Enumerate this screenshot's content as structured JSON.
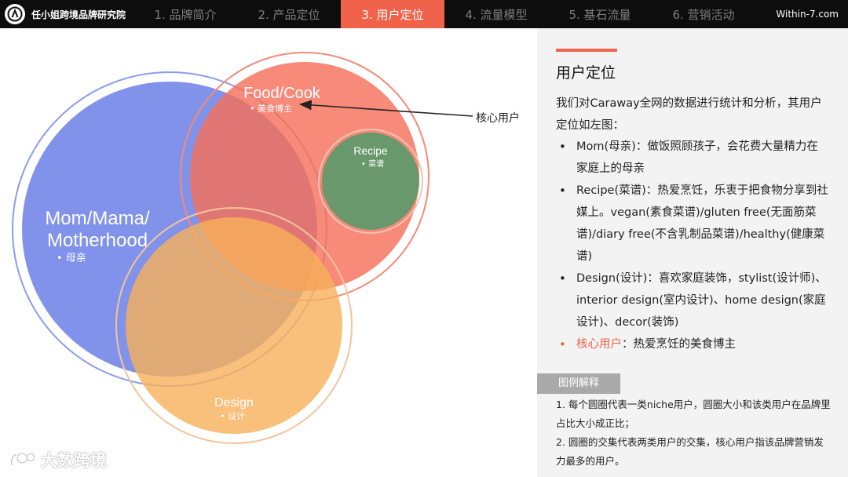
{
  "header": {
    "brand_name": "任小姐跨境品牌研究院",
    "site": "Within-7.com",
    "tabs": [
      {
        "label": "1. 品牌简介",
        "active": false
      },
      {
        "label": "2. 产品定位",
        "active": false
      },
      {
        "label": "3. 用户定位",
        "active": true
      },
      {
        "label": "4. 流量模型",
        "active": false
      },
      {
        "label": "5. 基石流量",
        "active": false
      },
      {
        "label": "6. 营销活动",
        "active": false
      }
    ]
  },
  "diagram": {
    "circles": [
      {
        "title": "Mom/Mama/",
        "title2": "Motherhood",
        "sub": "• 母亲",
        "color": "#6b7fe6"
      },
      {
        "title": "Food/Cook",
        "sub": "• 美食博主",
        "color": "#f5705a"
      },
      {
        "title": "Recipe",
        "sub": "• 菜谱",
        "color": "#4f9a6a"
      },
      {
        "title": "Design",
        "sub": "• 设计",
        "color": "#f7b05a"
      }
    ],
    "callout": "核心用户"
  },
  "panel": {
    "title": "用户定位",
    "intro": "我们对Caraway全网的数据进行统计和分析，其用户定位如左图：",
    "bullets": [
      "Mom(母亲)：做饭照顾孩子，会花费大量精力在家庭上的母亲",
      "Recipe(菜谱)：热爱烹饪，乐衷于把食物分享到社媒上。vegan(素食菜谱)/gluten free(无面筋菜谱)/diary free(不含乳制品菜谱)/healthy(健康菜谱)",
      "Design(设计)：喜欢家庭装饰，stylist(设计师)、interior design(室内设计)、home design(家庭设计)、decor(装饰)"
    ],
    "highlight_key": "核心用户",
    "highlight_rest": "：热爱烹饪的美食博主",
    "legend_tag": "图例解释",
    "legend_notes": [
      "1. 每个圆圈代表一类niche用户，圆圈大小和该类用户在品牌里占比大小成正比；",
      "2. 圆圈的交集代表两类用户的交集，核心用户指该品牌营销发力最多的用户。"
    ]
  },
  "watermark": "大数跨境",
  "colors": {
    "accent": "#f0624a",
    "topbar": "#0d0d0d",
    "panel_bg": "#f3f3f3"
  }
}
